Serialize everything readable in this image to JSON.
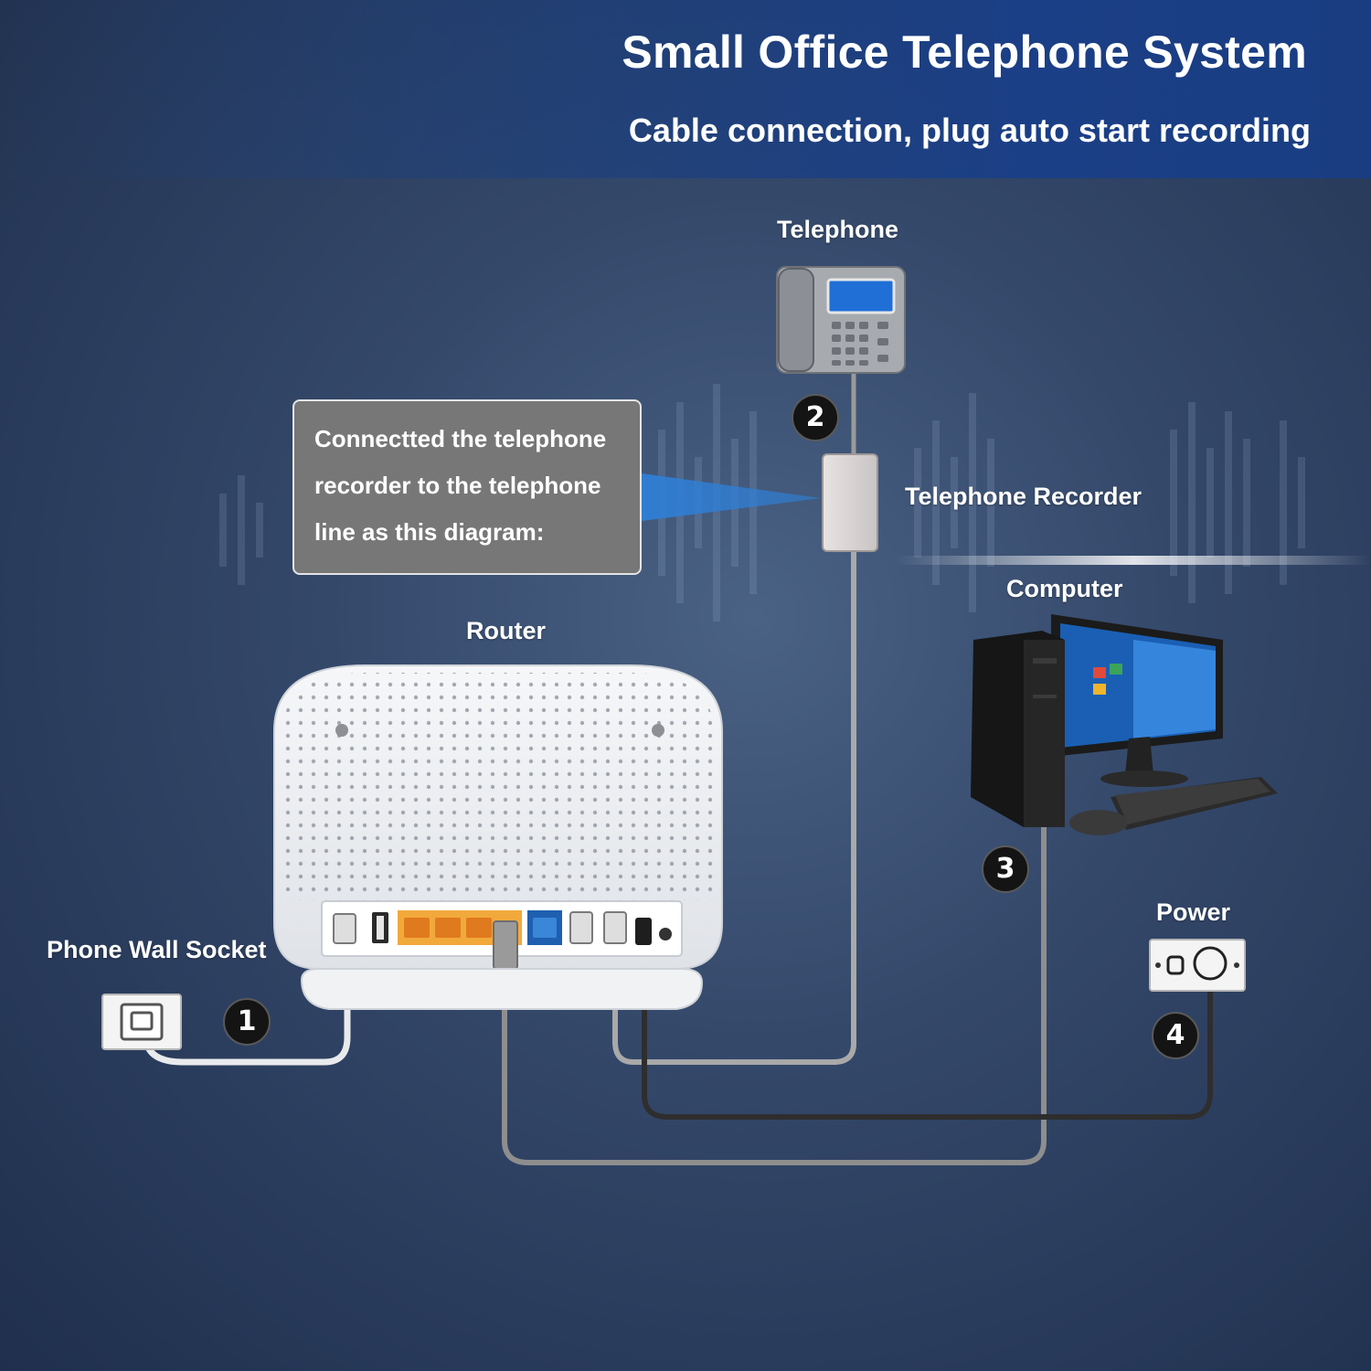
{
  "header": {
    "title": "Small Office Telephone System",
    "subtitle": "Cable connection, plug auto start recording"
  },
  "devices": {
    "telephone": "Telephone",
    "recorder": "Telephone Recorder",
    "computer": "Computer",
    "router": "Router",
    "wall_socket": "Phone Wall Socket",
    "power": "Power"
  },
  "note": {
    "text": "Connectted the telephone recorder to the telephone line as this diagram:"
  },
  "steps": [
    "1",
    "2",
    "3",
    "4"
  ],
  "colors": {
    "header_band": "#1b3f86",
    "note_box": "#777777",
    "router_ports": "#f2a93b",
    "recorder_pointer": "#2f7fd6",
    "badge": "#141414"
  }
}
